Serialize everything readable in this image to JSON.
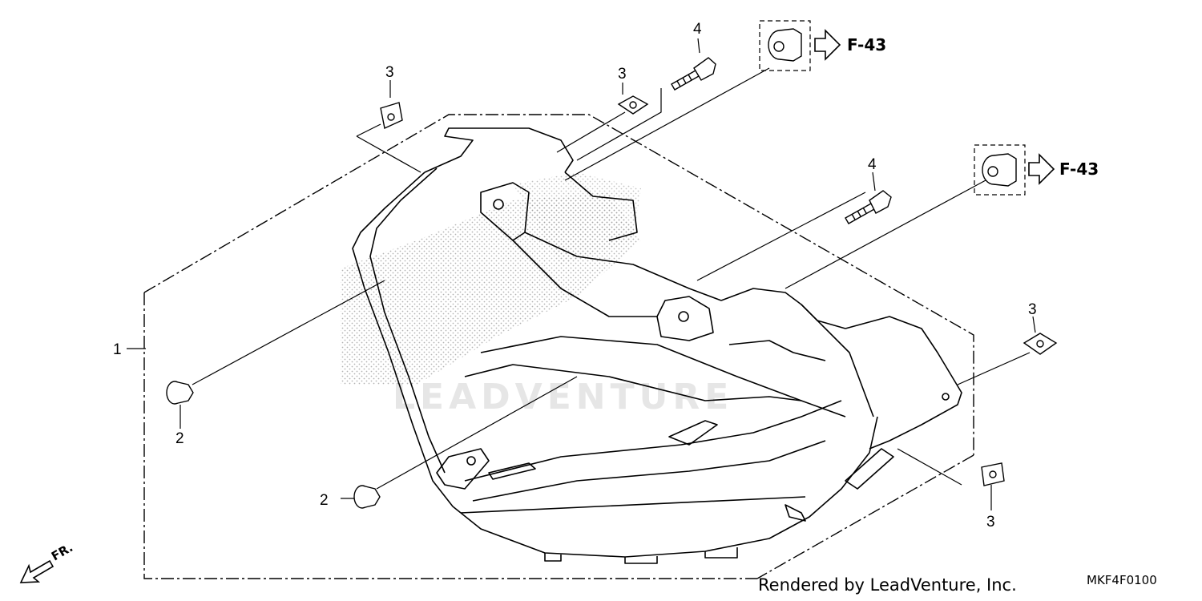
{
  "watermark": "LEADVENTURE",
  "callouts": {
    "frame_assembly": "1",
    "grommet_left_upper": "2",
    "grommet_left_lower": "2",
    "clip_nut_upper_left": "3",
    "clip_nut_upper_mid": "3",
    "clip_nut_right_upper": "3",
    "clip_nut_right_lower": "3",
    "bolt_upper": "4",
    "bolt_right": "4"
  },
  "references": {
    "upper": "F-43",
    "right": "F-43"
  },
  "direction_label": "FR.",
  "footer": {
    "credit": "Rendered by LeadVenture, Inc.",
    "diagram_code": "MKF4F0100"
  },
  "colors": {
    "line": "#000000",
    "shading": "#bdbdbd",
    "watermark": "#e6e6e6"
  }
}
